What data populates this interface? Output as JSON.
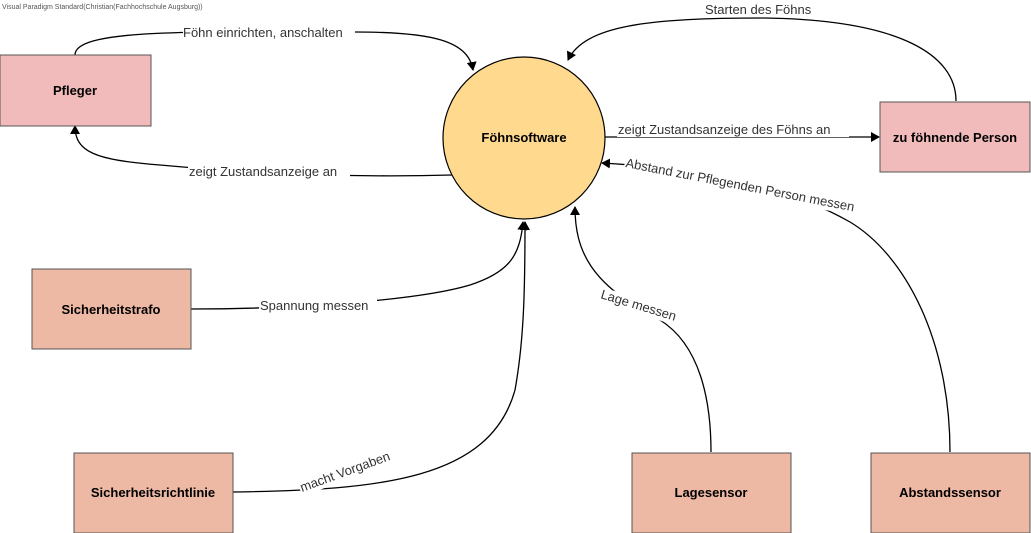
{
  "watermark": "Visual Paradigm Standard(Christian(Fachhochschule Augsburg))",
  "process": {
    "label": "Föhnsoftware",
    "fill": "#FFD98E"
  },
  "entities": {
    "pfleger": "Pfleger",
    "person": "zu föhnende Person",
    "trafo": "Sicherheitstrafo",
    "richtlinie": "Sicherheitsrichtlinie",
    "lagesensor": "Lagesensor",
    "abstandssensor": "Abstandssensor"
  },
  "entity_colors": {
    "primary": "#F2BBBB",
    "secondary": "#EDB8A4",
    "border": "#555555"
  },
  "flows": {
    "pfleger_to_sw": "Föhn einrichten, anschalten",
    "sw_to_pfleger": "zeigt Zustandsanzeige an",
    "person_to_sw": "Starten des Föhns",
    "sw_to_person": "zeigt Zustandsanzeige des Föhns an",
    "abstand_to_sw": "Abstand zur Pflegenden Person messen",
    "trafo_to_sw": "Spannung messen",
    "lage_to_sw": "Lage messen",
    "richtlinie_to_sw": "macht Vorgaben"
  }
}
